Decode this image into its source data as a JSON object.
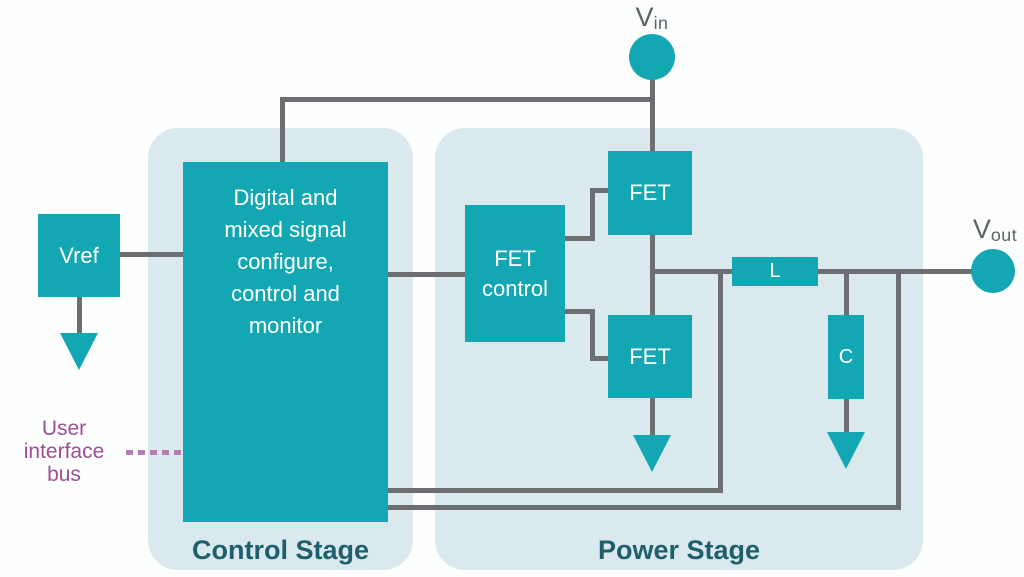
{
  "colors": {
    "block_teal": "#12a7b2",
    "panel_light_teal": "#d9e9ee",
    "wire_gray": "#6d6e71",
    "terminal_label_gray": "#5f6367",
    "stage_label_teal": "#1e5f6b",
    "bus_purple": "#9c4f96"
  },
  "terminals": {
    "vin": {
      "main": "V",
      "sub": "in"
    },
    "vout": {
      "main": "V",
      "sub": "out"
    }
  },
  "blocks": {
    "vref": {
      "label": "Vref"
    },
    "controller": {
      "lines": [
        "Digital and",
        "mixed signal",
        "configure,",
        "control and",
        "monitor"
      ]
    },
    "fet_control": {
      "lines": [
        "FET",
        "control"
      ]
    },
    "fet_high": {
      "label": "FET"
    },
    "fet_low": {
      "label": "FET"
    },
    "inductor": {
      "label": "L"
    },
    "capacitor": {
      "label": "C"
    }
  },
  "stages": {
    "control": {
      "label": "Control Stage"
    },
    "power": {
      "label": "Power Stage"
    }
  },
  "annotations": {
    "user_interface_bus": {
      "lines": [
        "User",
        "interface",
        "bus"
      ]
    }
  }
}
